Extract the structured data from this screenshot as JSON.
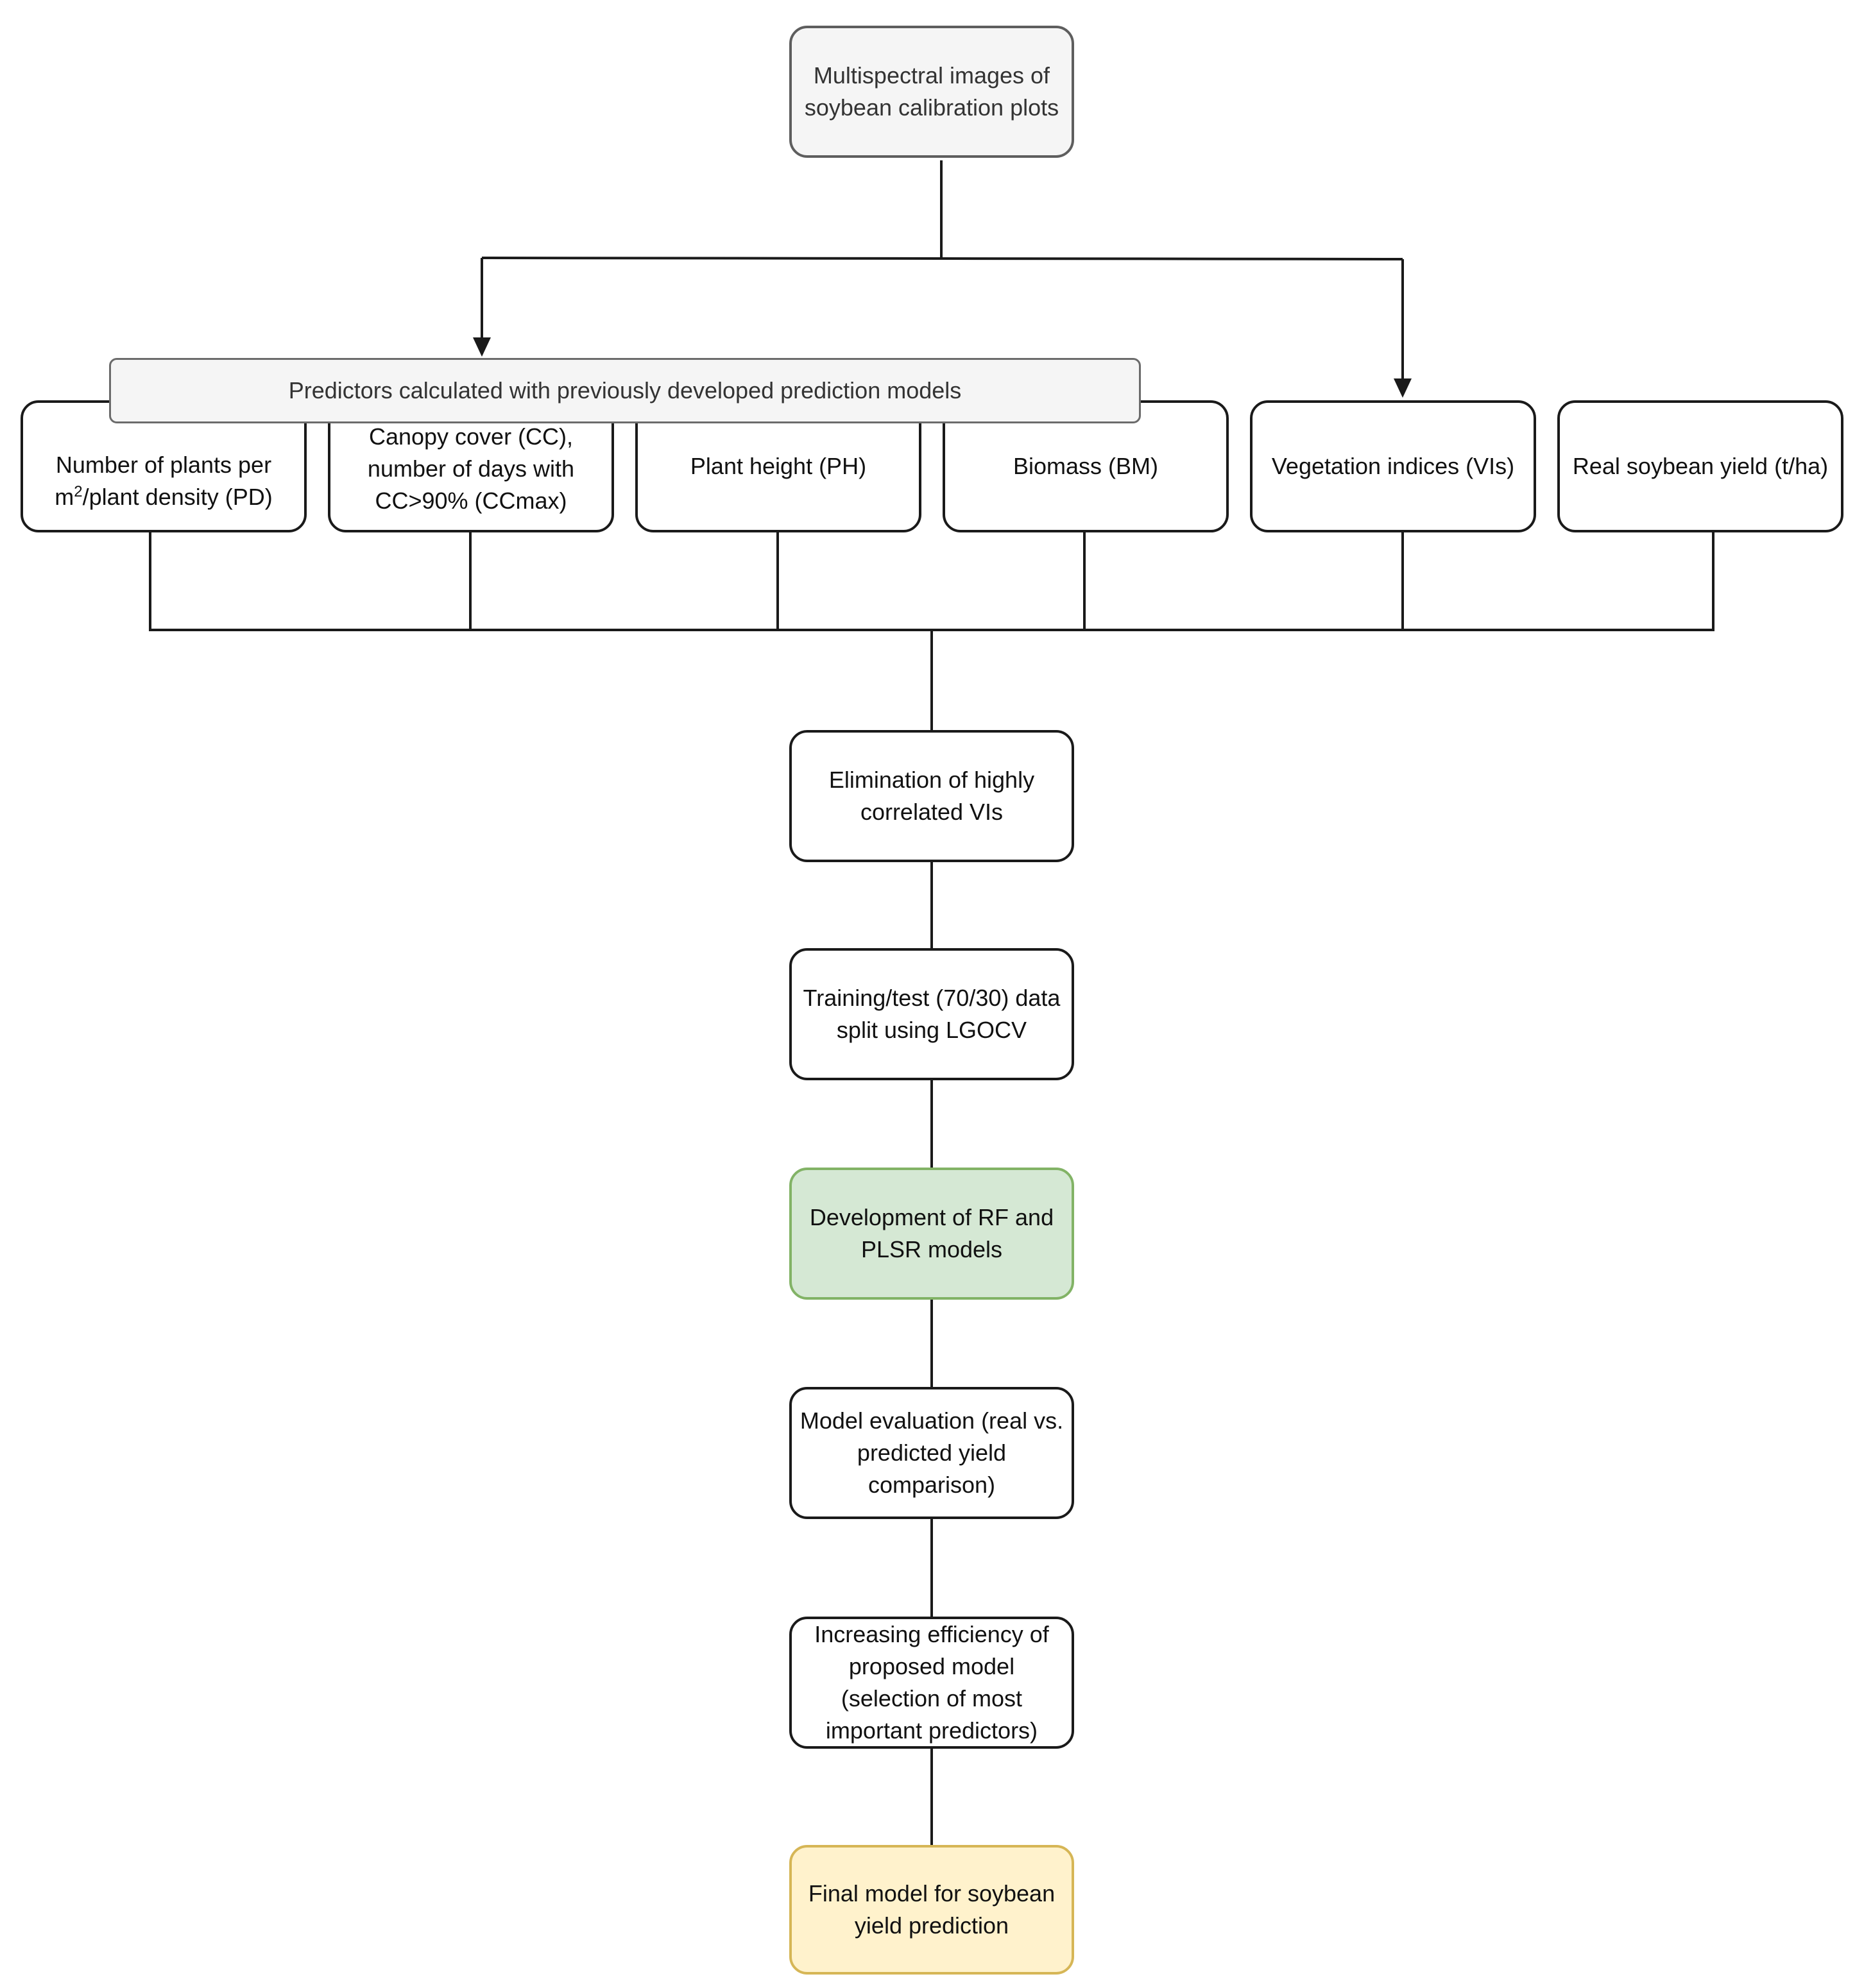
{
  "diagram": {
    "top_node": {
      "line1": "Multispectral images of",
      "line2": "soybean calibration plots"
    },
    "banner": "Predictors calculated with previously developed prediction models",
    "predictors": {
      "pd": {
        "line1": "Number of plants per",
        "line2_pre": "m",
        "line2_sup": "2",
        "line2_post": "/plant density (PD)"
      },
      "cc": {
        "line1": "Canopy cover (CC),",
        "line2": "number of days with",
        "line3": "CC>90% (CCmax)"
      },
      "ph": "Plant height (PH)",
      "bm": "Biomass (BM)",
      "vi": "Vegetation indices (VIs)",
      "yield": "Real soybean yield (t/ha)"
    },
    "steps": {
      "elimination": {
        "line1": "Elimination of highly",
        "line2": "correlated VIs"
      },
      "split": {
        "line1": "Training/test (70/30) data",
        "line2": "split using LGOCV"
      },
      "development": {
        "line1": "Development of RF and",
        "line2": "PLSR models"
      },
      "evaluation": {
        "line1": "Model evaluation (real vs.",
        "line2": "predicted yield",
        "line3": "comparison)"
      },
      "efficiency": {
        "line1": "Increasing efficiency of",
        "line2": "proposed model",
        "line3": "(selection of most",
        "line4": "important predictors)"
      },
      "final": {
        "line1": "Final model for soybean",
        "line2": "yield prediction"
      }
    },
    "colors": {
      "stroke": "#1a1a1a",
      "gray_fill": "#f5f5f5",
      "green_fill": "#d5e8d4",
      "green_stroke": "#82b366",
      "yellow_fill": "#fff2cc",
      "yellow_stroke": "#d6b656"
    }
  }
}
